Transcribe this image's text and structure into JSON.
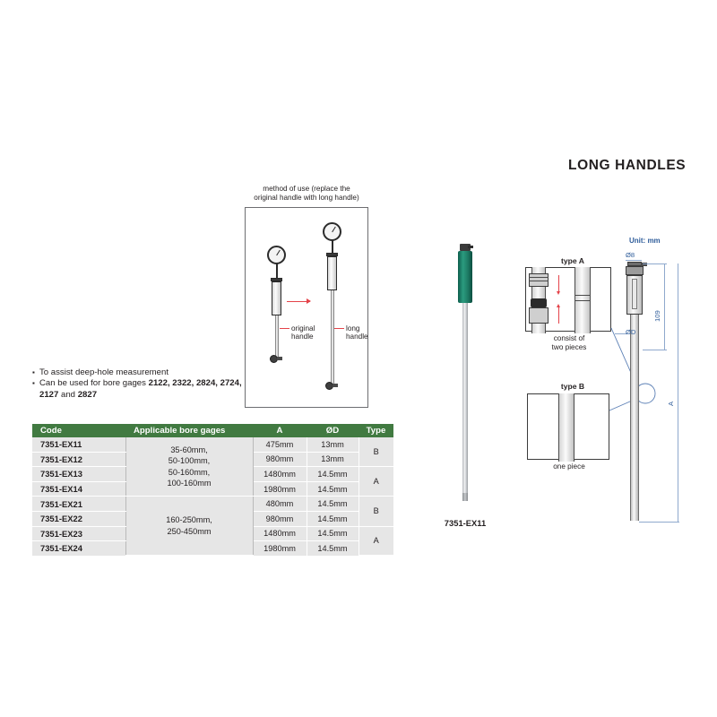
{
  "page": {
    "title": "LONG HANDLES",
    "background": "#ffffff"
  },
  "colors": {
    "table_header_green": "#417a41",
    "table_row_gray": "#e6e6e6",
    "handle_green": "#1d7a63",
    "accent_red": "#e4434a",
    "dimension_blue": "#2e5c9a",
    "text": "#231f20"
  },
  "features": {
    "bullet_glyph": "▪",
    "items": [
      {
        "text_before": "To assist deep-hole measurement",
        "bold": "",
        "text_after": ""
      },
      {
        "text_before": "Can be used for bore gages ",
        "bold": "2122, 2322, 2824, 2724, 2127",
        "text_after": " and ",
        "bold2": "2827"
      }
    ]
  },
  "method_of_use": {
    "caption_line1": "method of use (replace the",
    "caption_line2": "original handle with long handle)",
    "label_original_line1": "original",
    "label_original_line2": "handle",
    "label_long_line1": "long",
    "label_long_line2": "handle"
  },
  "product_photo": {
    "code": "7351-EX11"
  },
  "technical_drawing": {
    "unit_label": "Unit: mm",
    "type_a_title": "type A",
    "type_a_caption_line1": "consist of",
    "type_a_caption_line2": "two pieces",
    "type_b_title": "type B",
    "type_b_caption": "one piece",
    "dim_diameter8": "Ø8",
    "dim_109": "109",
    "dim_diameterD": "ØD",
    "dim_A": "A"
  },
  "spec_table": {
    "headers": [
      "Code",
      "Applicable bore gages",
      "A",
      "ØD",
      "Type"
    ],
    "groups": [
      {
        "bore_gages": "35-60mm,\n50-100mm,\n50-160mm,\n100-160mm",
        "bore_gages_lines": [
          "35-60mm,",
          "50-100mm,",
          "50-160mm,",
          "100-160mm"
        ],
        "rows": [
          {
            "code": "7351-EX11",
            "a": "475mm",
            "d": "13mm"
          },
          {
            "code": "7351-EX12",
            "a": "980mm",
            "d": "13mm"
          },
          {
            "code": "7351-EX13",
            "a": "1480mm",
            "d": "14.5mm"
          },
          {
            "code": "7351-EX14",
            "a": "1980mm",
            "d": "14.5mm"
          }
        ],
        "types": [
          "B",
          "A"
        ]
      },
      {
        "bore_gages": "160-250mm,\n250-450mm",
        "bore_gages_lines": [
          "160-250mm,",
          "250-450mm"
        ],
        "rows": [
          {
            "code": "7351-EX21",
            "a": "480mm",
            "d": "14.5mm"
          },
          {
            "code": "7351-EX22",
            "a": "980mm",
            "d": "14.5mm"
          },
          {
            "code": "7351-EX23",
            "a": "1480mm",
            "d": "14.5mm"
          },
          {
            "code": "7351-EX24",
            "a": "1980mm",
            "d": "14.5mm"
          }
        ],
        "types": [
          "B",
          "A"
        ]
      }
    ]
  }
}
